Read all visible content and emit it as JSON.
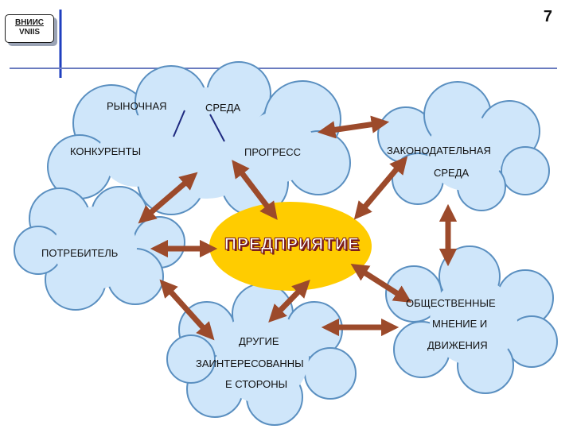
{
  "header": {
    "logo_line1": "ВНИИС",
    "logo_line2": "VNIIS",
    "page_number": "7"
  },
  "diagram": {
    "center": "ПРЕДПРИЯТИЕ",
    "market": {
      "line1_left": "РЫНОЧНАЯ",
      "line1_right": "СРЕДА",
      "line2_left": "КОНКУРЕНТЫ",
      "line2_right": "ПРОГРЕСС"
    },
    "legislative": {
      "line1": "ЗАКОНОДАТЕЛЬНАЯ",
      "line2": "СРЕДА"
    },
    "consumer": "ПОТРЕБИТЕЛЬ",
    "stakeholders": {
      "line1": "ДРУГИЕ",
      "line2": "ЗАИНТЕРЕСОВАННЫ",
      "line3": "Е СТОРОНЫ"
    },
    "public": {
      "line1": "ОБЩЕСТВЕННЫЕ",
      "line2": "МНЕНИЕ И",
      "line3": "ДВИЖЕНИЯ"
    }
  },
  "colors": {
    "cloud_fill": "#cfe6fa",
    "cloud_stroke": "#5a8fc0",
    "center_fill": "#ffcc00",
    "arrow": "#9c4a2b",
    "header_rule": "#1f3fbf"
  }
}
